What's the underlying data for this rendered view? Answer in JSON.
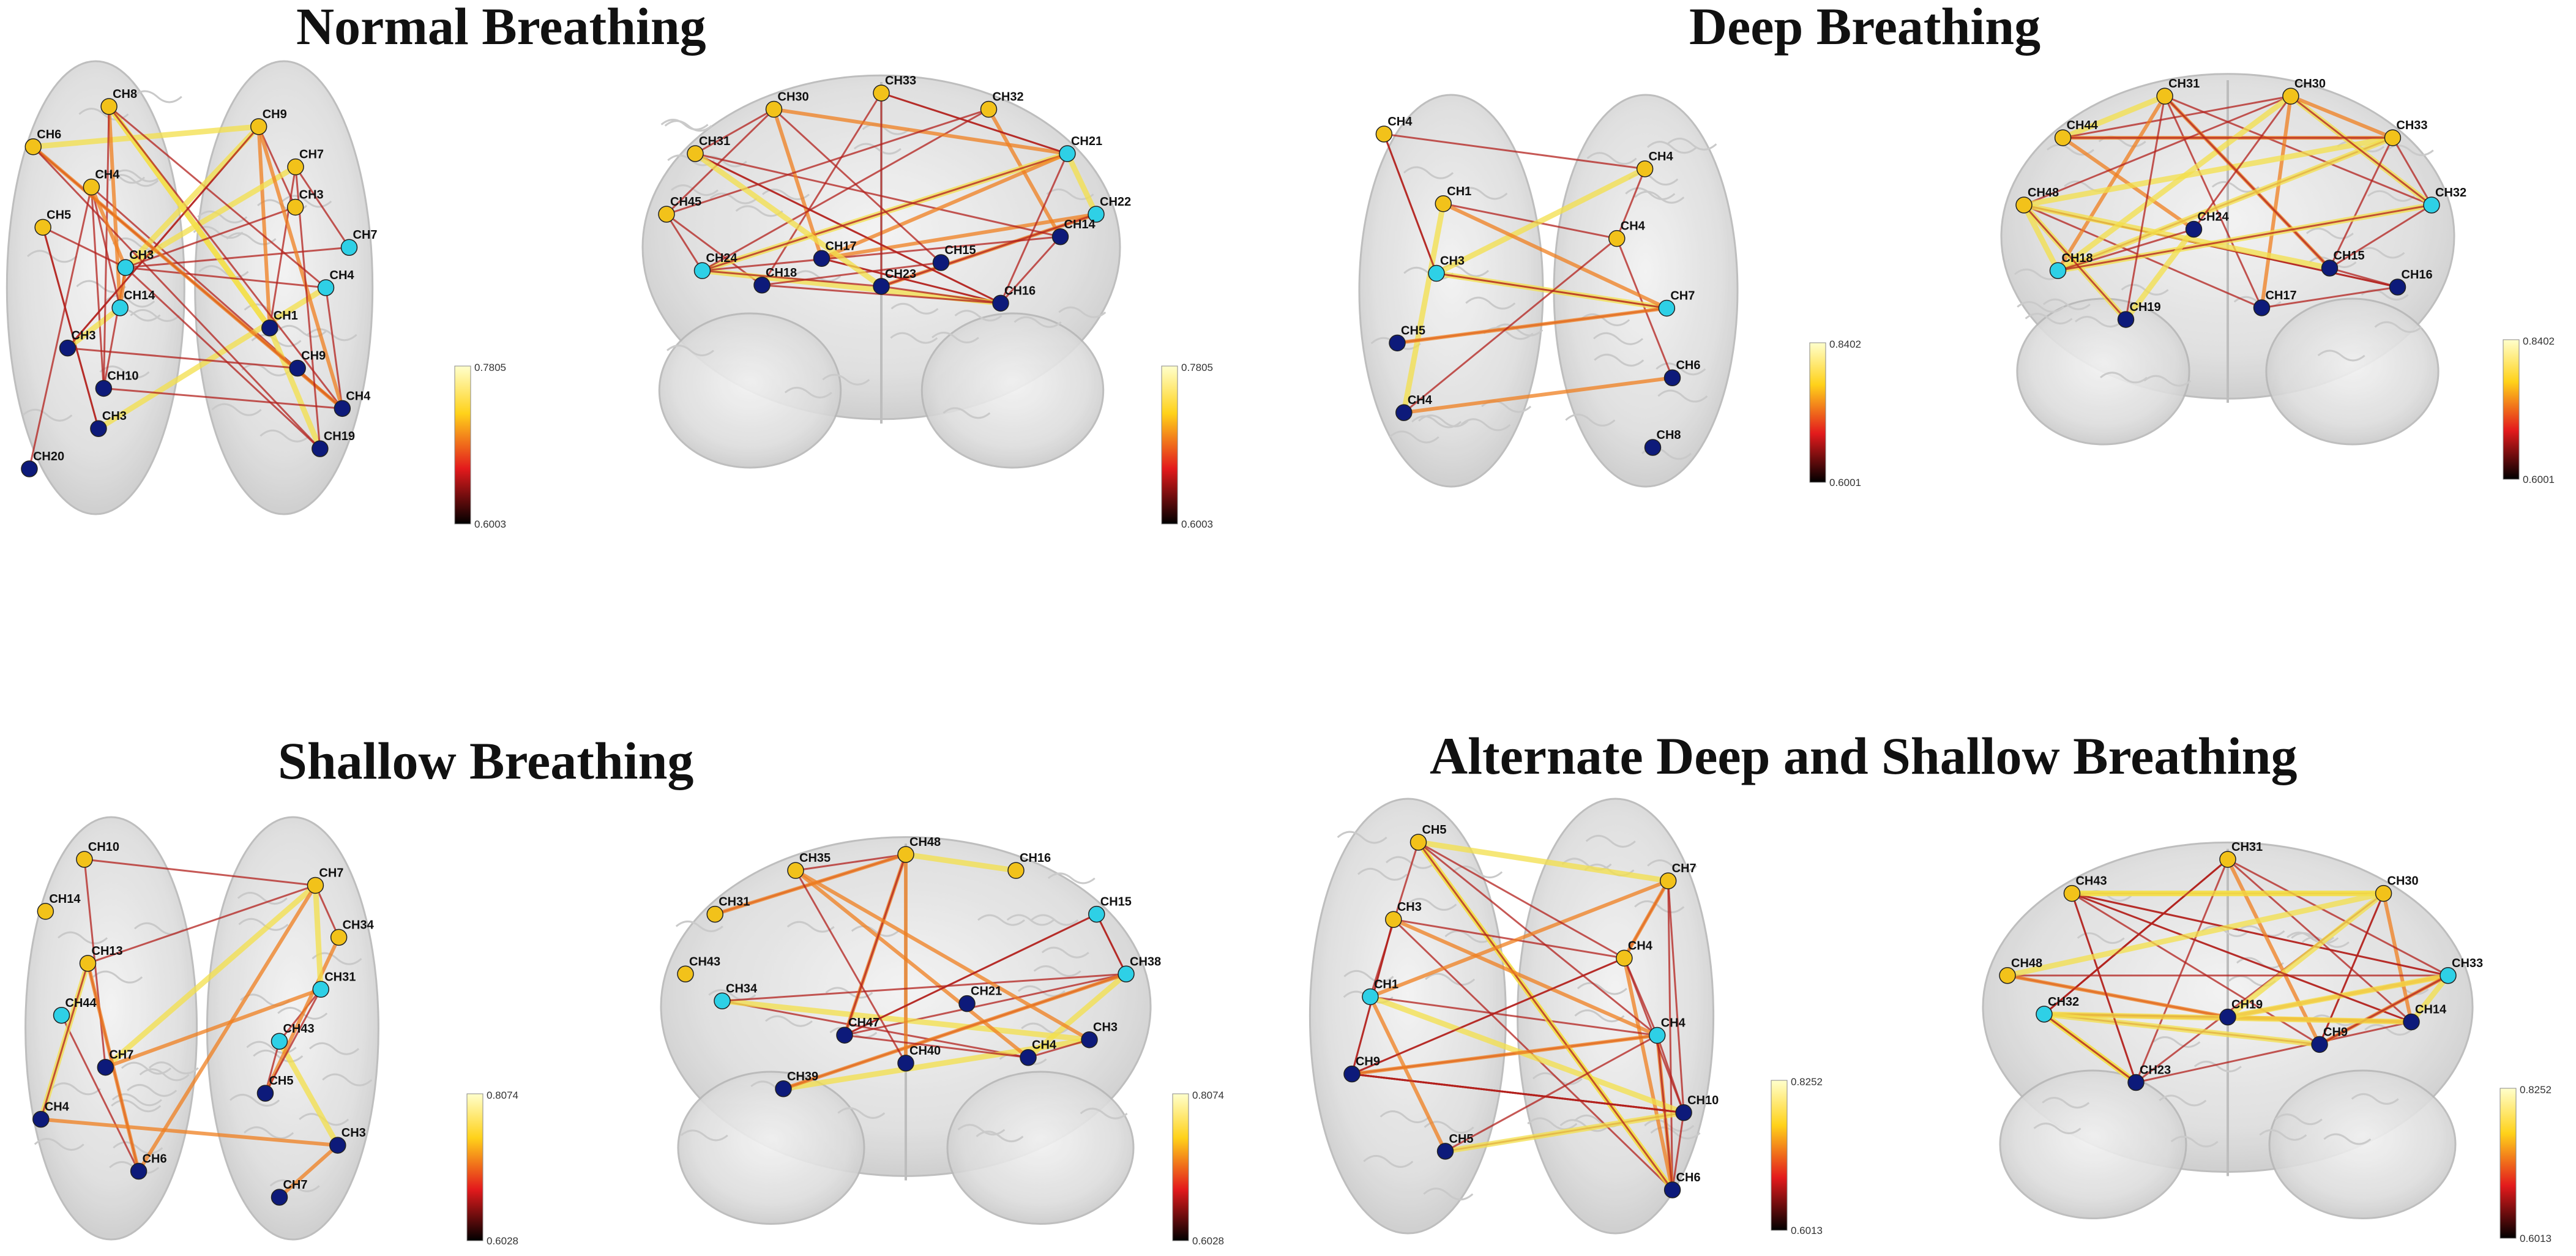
{
  "panels": [
    {
      "id": "normal",
      "title": "Normal Breathing",
      "scale_max": "0.7805",
      "scale_min": "0.6003",
      "axial_labels": [
        "CH8",
        "CH9",
        "CH6",
        "CH7",
        "CH4",
        "CH3",
        "CH5",
        "CH7",
        "CH3",
        "CH4",
        "CH14",
        "CH1",
        "CH3",
        "CH9",
        "CH10",
        "CH4",
        "CH3",
        "CH19",
        "CH20"
      ],
      "coronal_labels": [
        "CH45",
        "CH31",
        "CH30",
        "CH33",
        "CH32",
        "CH21",
        "CH22",
        "CH24",
        "CH18",
        "CH17",
        "CH23",
        "CH15",
        "CH16",
        "CH14"
      ]
    },
    {
      "id": "deep",
      "title": "Deep Breathing",
      "scale_max": "0.8402",
      "scale_min": "0.6001",
      "axial_labels": [
        "CH4",
        "CH4",
        "CH1",
        "CH4",
        "CH3",
        "CH7",
        "CH5",
        "CH6",
        "CH4",
        "CH8"
      ],
      "coronal_labels": [
        "CH48",
        "CH44",
        "CH31",
        "CH30",
        "CH33",
        "CH32",
        "CH18",
        "CH19",
        "CH24",
        "CH17",
        "CH15",
        "CH16"
      ]
    },
    {
      "id": "shallow",
      "title": "Shallow Breathing",
      "scale_max": "0.8074",
      "scale_min": "0.6028",
      "axial_labels": [
        "CH10",
        "CH7",
        "CH14",
        "CH34",
        "CH13",
        "CH31",
        "CH44",
        "CH43",
        "CH7",
        "CH5",
        "CH4",
        "CH3",
        "CH6",
        "CH7"
      ],
      "coronal_labels": [
        "CH43",
        "CH31",
        "CH35",
        "CH48",
        "CH16",
        "CH15",
        "CH38",
        "CH34",
        "CH39",
        "CH47",
        "CH40",
        "CH21",
        "CH4",
        "CH3"
      ]
    },
    {
      "id": "alternate",
      "title": "Alternate Deep and Shallow Breathing",
      "scale_max": "0.8252",
      "scale_min": "0.6013",
      "axial_labels": [
        "CH5",
        "CH7",
        "CH3",
        "CH4",
        "CH1",
        "CH4",
        "CH9",
        "CH10",
        "CH5",
        "CH6"
      ],
      "coronal_labels": [
        "CH48",
        "CH43",
        "CH31",
        "CH30",
        "CH33",
        "CH32",
        "CH23",
        "CH19",
        "CH9",
        "CH14"
      ]
    }
  ],
  "colors": {
    "background": "#ffffff",
    "brain_fill": "#d9d9d9",
    "brain_edge": "#b7b7b7",
    "node_dark": "#0d1a7a",
    "node_yellow": "#f2c21a",
    "node_cyan": "#2ed0e6",
    "node_red": "#8b1b1b",
    "edge_red": "#b3211d",
    "edge_orange": "#f07f1f",
    "edge_yellow": "#f4e04a",
    "scale_top": "#ffffcc",
    "scale_mid1": "#ffd21a",
    "scale_mid2": "#e31a1c",
    "scale_bottom": "#000000"
  }
}
